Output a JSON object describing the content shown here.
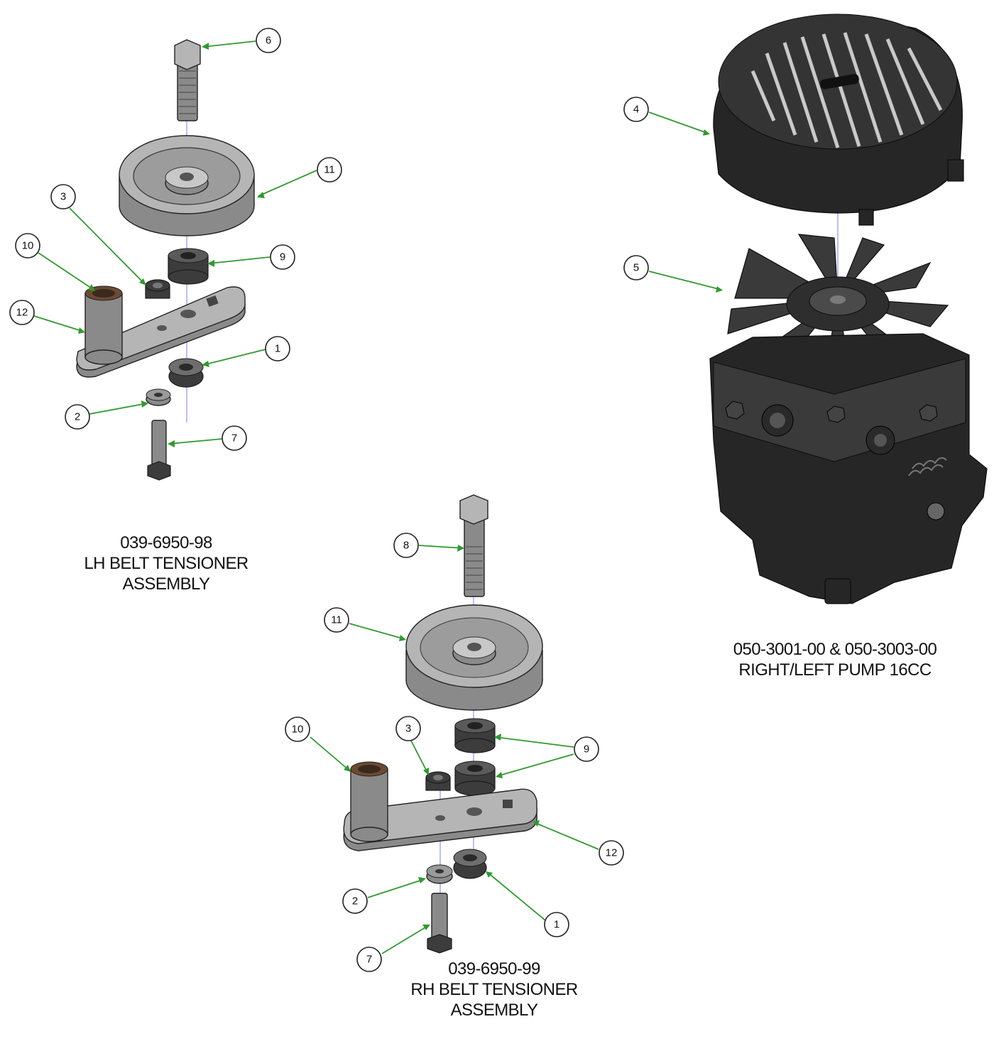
{
  "colors": {
    "leader": "#2f9a2f",
    "axis": "#7a7aff",
    "part_dark": "#262626",
    "part_grey": "#8a8a8a",
    "bushing": "#6b4a32"
  },
  "captions": {
    "lh": {
      "line1": "039-6950-98",
      "line2": "LH BELT TENSIONER",
      "line3": "ASSEMBLY"
    },
    "rh": {
      "line1": "039-6950-99",
      "line2": "RH BELT TENSIONER",
      "line3": "ASSEMBLY"
    },
    "pump": {
      "line1": "050-3001-00 & 050-3003-00",
      "line2": "RIGHT/LEFT PUMP 16CC"
    }
  },
  "callouts": {
    "lh": {
      "bolt_top": "6",
      "pulley": "11",
      "spacer": "9",
      "nut_small": "3",
      "bushing": "10",
      "arm": "12",
      "flange_nut": "1",
      "washer": "2",
      "bolt_bottom": "7"
    },
    "pump": {
      "fan_cover": "4",
      "fan": "5"
    },
    "rh": {
      "bolt_top": "8",
      "pulley": "11",
      "bushing": "10",
      "nut_small": "3",
      "spacers": "9",
      "arm": "12",
      "washer": "2",
      "flange_nut": "1",
      "bolt_bottom": "7"
    }
  }
}
